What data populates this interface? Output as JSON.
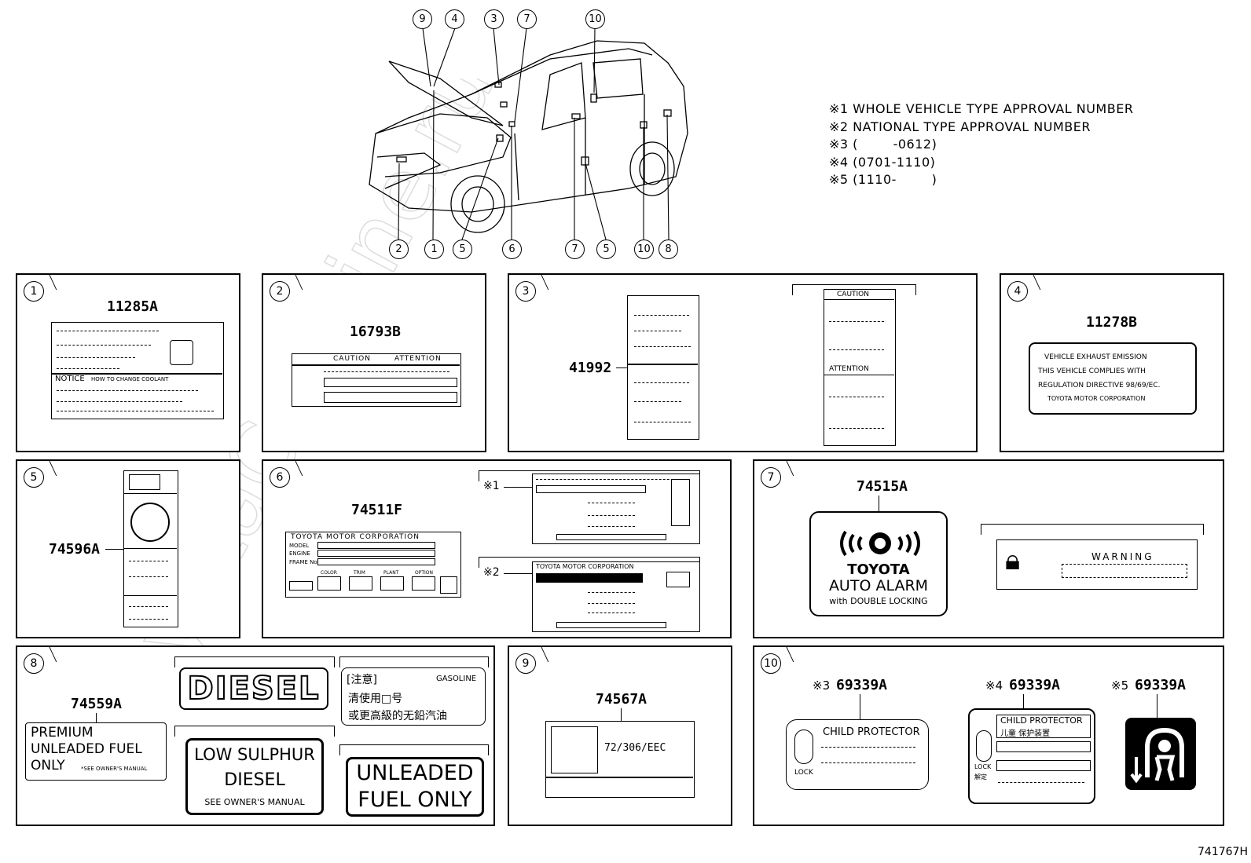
{
  "diagram_code": "741767H",
  "watermark": "ToyotaCarMine.ru",
  "notes": [
    "※1 WHOLE VEHICLE TYPE APPROVAL NUMBER",
    "※2 NATIONAL TYPE APPROVAL NUMBER",
    "※3 (        -0612)",
    "※4 (0701-1110)",
    "※5 (1110-        )"
  ],
  "top_callouts": [
    "9",
    "4",
    "3",
    "7",
    "10"
  ],
  "bottom_callouts": [
    "2",
    "1",
    "5",
    "6",
    "7",
    "5",
    "10",
    "8"
  ],
  "panels": {
    "p1": {
      "num": "1",
      "part": "11285A",
      "notice": "NOTICE",
      "notice_sub": "HOW TO CHANGE COOLANT"
    },
    "p2": {
      "num": "2",
      "part": "16793B",
      "caution": "CAUTION",
      "attention": "ATTENTION"
    },
    "p3": {
      "num": "3",
      "part": "41992",
      "caution": "CAUTION",
      "attention": "ATTENTION"
    },
    "p4": {
      "num": "4",
      "part": "11278B",
      "lines": [
        "VEHICLE  EXHAUST  EMISSION",
        "THIS VEHICLE  COMPLIES  WITH",
        "REGULATION  DIRECTIVE 98/69/EC.",
        "TOYOTA MOTOR CORPORATION"
      ]
    },
    "p5": {
      "num": "5",
      "part": "74596A"
    },
    "p6": {
      "num": "6",
      "part": "74511F",
      "corp": "TOYOTA MOTOR CORPORATION",
      "rows": [
        "MODEL",
        "ENGINE",
        "FRAME No."
      ],
      "cols": [
        "COLOR",
        "TRIM",
        "PLANT",
        "OPTION"
      ],
      "ref1": "※1",
      "ref2": "※2",
      "corp2": "TOYOTA MOTOR CORPORATION"
    },
    "p7": {
      "num": "7",
      "part": "74515A",
      "brand": "TOYOTA",
      "alarm": "AUTO ALARM",
      "sub": "with DOUBLE LOCKING",
      "warning": "WARNING"
    },
    "p8": {
      "num": "8",
      "part": "74559A",
      "premium": [
        "PREMIUM",
        "UNLEADED FUEL",
        "ONLY"
      ],
      "see_manual": "*SEE OWNER'S MANUAL",
      "diesel": "DIESEL",
      "cn_title": "[注意]",
      "gasoline": "GASOLINE",
      "cn_line1": "清使用□号",
      "cn_line2": "或更高級的无鉛汽油",
      "low_sulphur": [
        "LOW SULPHUR",
        "DIESEL",
        "SEE OWNER'S MANUAL"
      ],
      "unleaded": [
        "UNLEADED",
        "FUEL ONLY"
      ]
    },
    "p9": {
      "num": "9",
      "part": "74567A",
      "eec": "72/306/EEC"
    },
    "p10": {
      "num": "10",
      "ref3": "※3",
      "ref4": "※4",
      "ref5": "※5",
      "part": "69339A",
      "child": "CHILD  PROTECTOR",
      "child_cn": "儿童  保护装置",
      "lock": "LOCK",
      "lock_cn": "解定"
    }
  }
}
